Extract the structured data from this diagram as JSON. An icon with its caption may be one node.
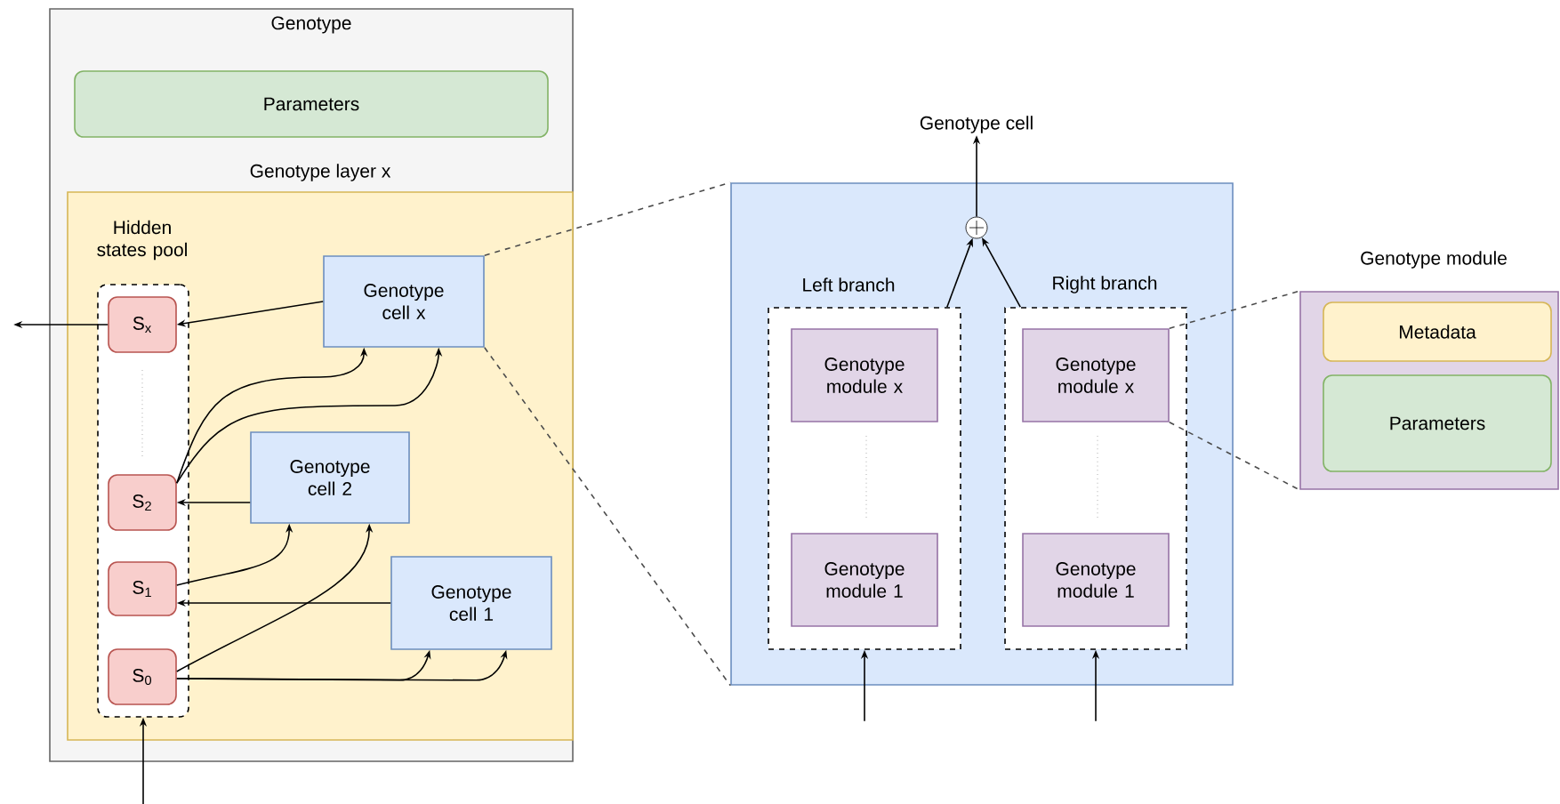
{
  "diagram": {
    "nodes": [
      {
        "text": [
          "Genotype"
        ]
      },
      {
        "text": [
          "Parameters"
        ],
        "in": 0
      },
      {
        "text": [
          "Genotype layer x"
        ],
        "in": 0
      },
      {
        "text": [
          "Hidden states pool"
        ],
        "in": 2
      },
      {
        "text": [
          "S$_{x}$"
        ],
        "in": 3
      },
      {
        "text": [
          "S$_{2}$"
        ],
        "in": 3
      },
      {
        "text": [
          "S$_{1}$"
        ],
        "in": 3
      },
      {
        "text": [
          "S$_{0}$"
        ],
        "in": 3
      },
      {
        "text": [
          "Genotype cell x"
        ],
        "in": 2
      },
      {
        "text": [
          "Genotype cell 2"
        ],
        "in": 2
      },
      {
        "text": [
          "Genotype cell 1"
        ],
        "in": 2
      },
      {
        "text": [],
        "shape": "box"
      },
      {
        "text": [
          "Genotype cell"
        ]
      },
      {
        "text": [],
        "shape": "circle",
        "in": 11
      },
      {
        "text": [
          "Left branch"
        ],
        "in": 11
      },
      {
        "text": [
          "Genotype module x"
        ],
        "in": 14
      },
      {
        "text": [
          "Genotype module 1"
        ],
        "in": 14
      },
      {
        "text": [
          "Right branch"
        ],
        "in": 11
      },
      {
        "text": [
          "Genotype module x"
        ],
        "in": 17
      },
      {
        "text": [
          "Genotype module 1"
        ],
        "in": 17
      },
      {
        "text": [
          "Genotype module"
        ]
      },
      {
        "text": [
          "Metadata"
        ],
        "in": 20
      },
      {
        "text": [
          "Parameters"
        ],
        "in": 20
      }
    ],
    "edges": [
      {
        "from": 4,
        "to": null,
        "arrow": "to"
      },
      {
        "from": null,
        "to": 3,
        "arrow": "to"
      },
      {
        "from": 8,
        "to": 4,
        "arrow": "to"
      },
      {
        "from": 5,
        "to": 8,
        "arrow": "to"
      },
      {
        "from": 5,
        "to": 8,
        "arrow": "to"
      },
      {
        "from": 9,
        "to": 5,
        "arrow": "to"
      },
      {
        "from": 6,
        "to": 9,
        "arrow": "to"
      },
      {
        "from": 7,
        "to": 9,
        "arrow": "to"
      },
      {
        "from": 10,
        "to": 6,
        "arrow": "to"
      },
      {
        "from": 7,
        "to": 10,
        "arrow": "to"
      },
      {
        "from": 7,
        "to": 10,
        "arrow": "to"
      },
      {
        "from": 8,
        "to": 11,
        "arrow": "none",
        "style": "dashed"
      },
      {
        "from": 8,
        "to": 11,
        "arrow": "none",
        "style": "dashed"
      },
      {
        "from": 14,
        "to": 13,
        "arrow": "to"
      },
      {
        "from": 17,
        "to": 13,
        "arrow": "to"
      },
      {
        "from": 13,
        "to": 12,
        "arrow": "to"
      },
      {
        "from": null,
        "to": 14,
        "arrow": "to"
      },
      {
        "from": null,
        "to": 17,
        "arrow": "to"
      },
      {
        "from": 18,
        "to": 20,
        "arrow": "none",
        "style": "dashed"
      },
      {
        "from": 18,
        "to": 20,
        "arrow": "none",
        "style": "dashed"
      }
    ]
  }
}
